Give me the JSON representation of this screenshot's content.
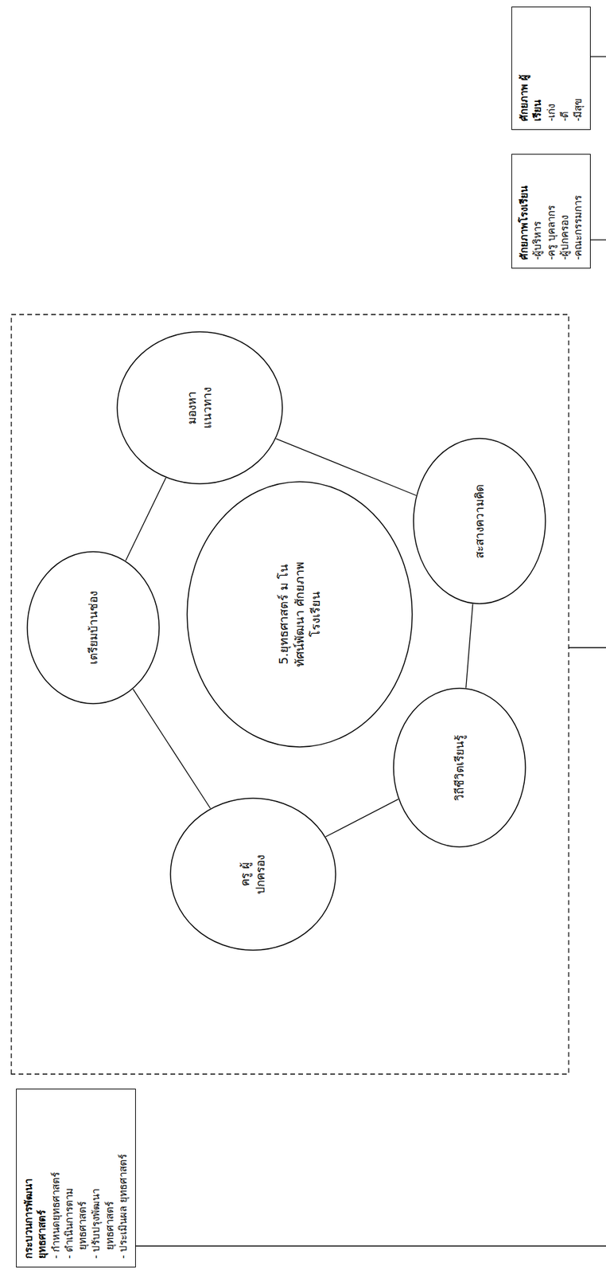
{
  "diagram": {
    "nodes": [
      {
        "text": [
          "กระบวนการพัฒนา ยุทธศาสตร์",
          "- กำหนดยุทธศาสตร์",
          "- ดำเนินการตาม ยุทธศาสตร์",
          "- ปรับปรุงพัฒนา ยุทธศาสตร์",
          "- ประเมินผล ยุทธศาสตร์"
        ]
      },
      {
        "text": [
          "5.ยุทธศาสตร์ ม โนทัศน์พัฒนา ศักยภาพโรงเรียน"
        ]
      },
      {
        "text": [
          "เตรียมบ้านช่อง"
        ]
      },
      {
        "text": [
          "มองหา แนวทาง"
        ]
      },
      {
        "text": [
          "สะสางความคิด"
        ]
      },
      {
        "text": [
          "วิถีชีวิตเรียนรู้"
        ]
      },
      {
        "text": [
          "ครู ผู้ปกครอง"
        ]
      },
      {
        "text": [
          "ศักยภาพโรงเรียน",
          "-ผู้บริหาร",
          "-ครู บุคลากร",
          "-ผู้ปกครอง",
          "-คณะกรรมการ"
        ]
      },
      {
        "text": [
          "ศักยภาพ ผู้เรียน",
          "-เก่ง",
          "-ดี",
          "-มีสุข"
        ]
      }
    ],
    "edges": [
      {
        "from": 2,
        "to": 3,
        "arrow": "none"
      },
      {
        "from": 3,
        "to": 4,
        "arrow": "none"
      },
      {
        "from": 4,
        "to": 5,
        "arrow": "none"
      },
      {
        "from": 5,
        "to": 6,
        "arrow": "none"
      },
      {
        "from": 6,
        "to": 2,
        "arrow": "none"
      }
    ]
  }
}
